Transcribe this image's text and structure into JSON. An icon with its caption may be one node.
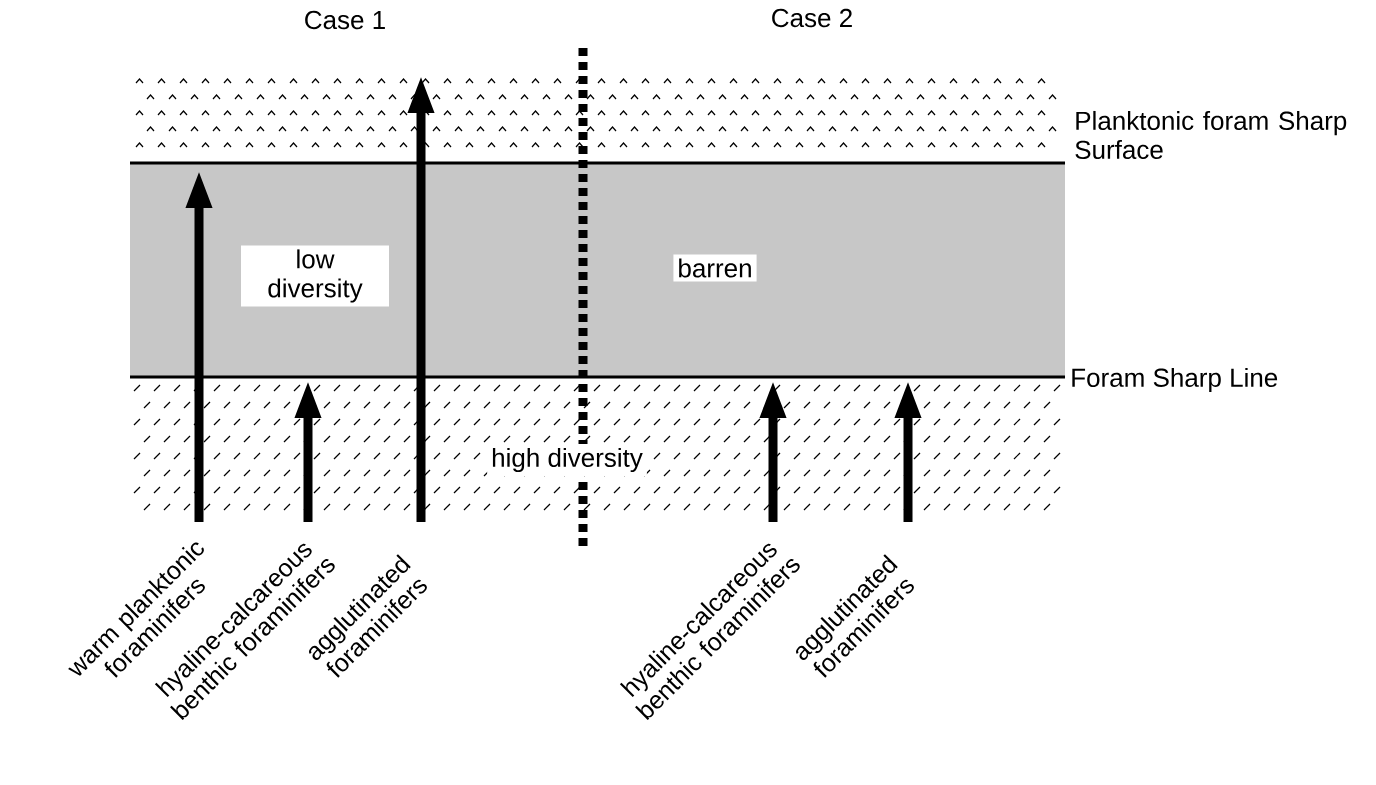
{
  "diagram": {
    "nodes": [
      {
        "text": [
          "warm planktonic foraminifers"
        ]
      },
      {
        "text": [
          "hyaline-calcareous benthic foraminifers"
        ]
      },
      {
        "text": [
          "agglutinated foraminifers"
        ]
      },
      {
        "text": [
          "hyaline-calcareous benthic foraminifers"
        ]
      },
      {
        "text": [
          "agglutinated foraminifers"
        ]
      }
    ],
    "edges": [
      {
        "from": 0,
        "to": null,
        "arrow": "to"
      },
      {
        "from": 1,
        "to": null,
        "arrow": "to"
      },
      {
        "from": 2,
        "to": null,
        "arrow": "to"
      },
      {
        "from": 3,
        "to": null,
        "arrow": "to"
      },
      {
        "from": 4,
        "to": null,
        "arrow": "to"
      }
    ],
    "labels": [
      "Case 1",
      "Case 2",
      "Planktonic foram Sharp Surface",
      "low diversity",
      "barren",
      "Foram Sharp Line",
      "high diversity"
    ]
  }
}
